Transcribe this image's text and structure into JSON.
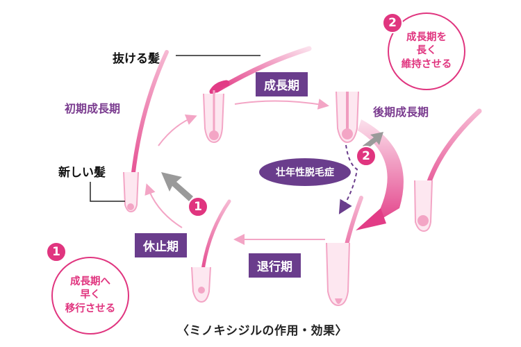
{
  "labels": {
    "falling_hair": "抜ける髪",
    "new_hair": "新しい髪",
    "early_anagen": "初期成長期",
    "late_anagen": "後期成長期"
  },
  "phases": {
    "anagen": "成長期",
    "telogen": "休止期",
    "catagen": "退行期"
  },
  "condition": "壮年性脱毛症",
  "badges": {
    "one": "1",
    "two": "2"
  },
  "notes": {
    "note1": [
      "成長期へ",
      "早く",
      "移行させる"
    ],
    "note2": [
      "成長期を",
      "長く",
      "維持させる"
    ]
  },
  "caption": "〈ミノキシジルの作用・効果〉",
  "colors": {
    "pink": "#e0357f",
    "purple": "#6a3d8c",
    "label_purple": "#7a3b8f"
  }
}
